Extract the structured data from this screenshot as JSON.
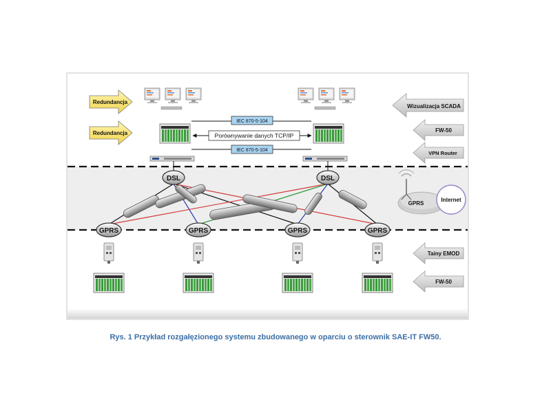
{
  "labels": {
    "redundancy_1": "Redundancja",
    "redundancy_2": "Redundancja",
    "iec_top": "IEC 870-5-104",
    "iec_bottom": "IEC 870-5-104",
    "compare": "Porównywanie danych TCP/IP",
    "dsl_left": "DSL",
    "dsl_right": "DSL",
    "gprs_1": "GPRS",
    "gprs_2": "GPRS",
    "gprs_3": "GPRS",
    "gprs_4": "GPRS",
    "gprs_cloud": "GPRS",
    "internet": "Internet"
  },
  "legend": {
    "scada": "Wizualizacja SCADA",
    "fw50_top": "FW-50",
    "vpn": "VPN Router",
    "emod": "Tainy EMOD",
    "fw50_bottom": "FW-50"
  },
  "caption": "Rys. 1 Przykład rozgałęzionego systemu zbudowanego w oparciu o sterownik SAE-IT FW50.",
  "colors": {
    "arrow_yellow": "#f7e36a",
    "label_blue": "#a9d4f2",
    "band_gray": "#eeeeee",
    "line_red": "#d33a3a",
    "line_blue": "#2b3aa8",
    "line_green": "#2f9a3a",
    "caption_blue": "#3b6ea5"
  }
}
